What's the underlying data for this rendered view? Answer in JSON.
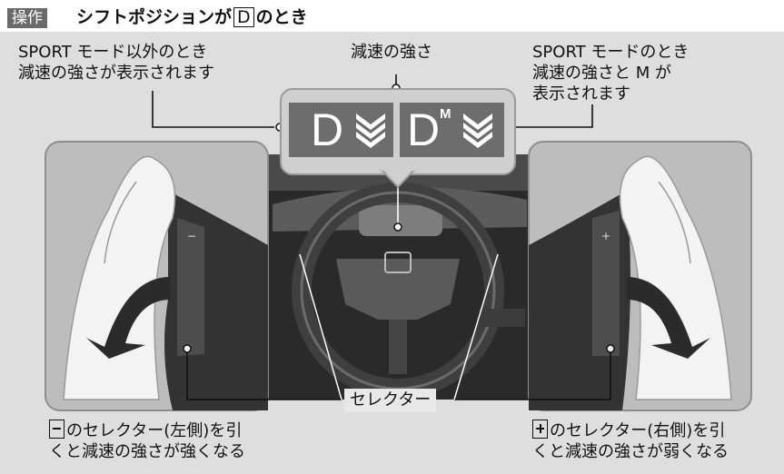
{
  "header": {
    "badge": "操作",
    "title_pre": "シフトポジションが",
    "title_key": "D",
    "title_post": "のとき"
  },
  "labels": {
    "left_line1": "SPORT モード以外のとき",
    "left_line2": "減速の強さが表示されます",
    "center": "減速の強さ",
    "right_line1": "SPORT モードのとき",
    "right_line2": "減速の強さと M が",
    "right_line3": "表示されます",
    "selector": "セレクター",
    "minus_line1": "のセレクター(左側)を引",
    "minus_line2": "くと減速の強さが強くなる",
    "plus_line1": "のセレクター(右側)を引",
    "plus_line2": "くと減速の強さが弱くなる"
  },
  "display": {
    "left_letter": "D",
    "right_letter": "D",
    "right_mode": "M"
  },
  "colors": {
    "panel": "#dedede",
    "display": "#6d6d6d",
    "arrow": "#2b2b2b"
  }
}
